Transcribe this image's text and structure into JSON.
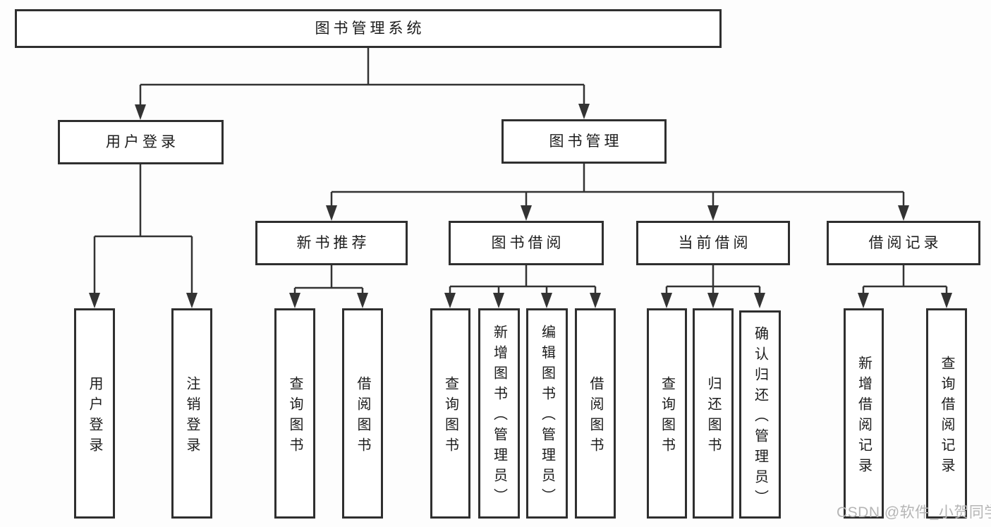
{
  "colors": {
    "line": "#333333",
    "box_border": "#2f2f2f",
    "box_fill": "#ffffff",
    "text": "#1c1c1c",
    "background": "#fdfdfd",
    "watermark": "#b5b5b5"
  },
  "watermark": {
    "text": "CSDN @软件_小贺同学"
  },
  "tree": {
    "root": "图书管理系统",
    "branches": [
      {
        "label": "用户登录",
        "children": [
          "用户登录",
          "注销登录"
        ]
      },
      {
        "label": "图书管理",
        "sections": [
          {
            "label": "新书推荐",
            "children": [
              "查询图书",
              "借阅图书"
            ]
          },
          {
            "label": "图书借阅",
            "children": [
              "查询图书",
              "新增图书（管理员）",
              "编辑图书（管理员）",
              "借阅图书"
            ]
          },
          {
            "label": "当前借阅",
            "children": [
              "查询图书",
              "归还图书",
              "确认归还（管理员）"
            ]
          },
          {
            "label": "借阅记录",
            "children": [
              "新增借阅记录",
              "查询借阅记录"
            ]
          }
        ]
      }
    ]
  }
}
